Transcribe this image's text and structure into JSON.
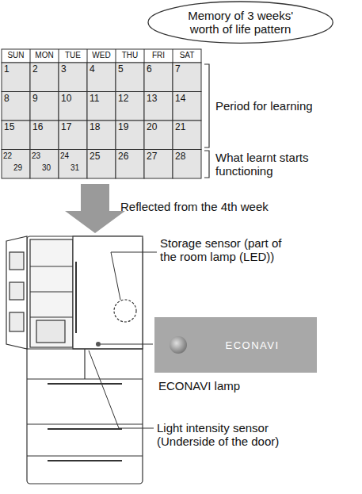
{
  "diagram": {
    "nodes": [
      {
        "text": [
          "Memory of 3 weeks' worth of life pattern"
        ]
      },
      {
        "text": [
          "ECONAVI"
        ]
      }
    ],
    "labels": [
      "SUN",
      "MON",
      "TUE",
      "WED",
      "THU",
      "FRI",
      "SAT",
      "1",
      "2",
      "3",
      "4",
      "5",
      "6",
      "7",
      "8",
      "9",
      "10",
      "11",
      "12",
      "13",
      "14",
      "15",
      "16",
      "17",
      "18",
      "19",
      "20",
      "21",
      "22",
      "29",
      "23",
      "30",
      "24",
      "31",
      "25",
      "26",
      "27",
      "28",
      "Period for learning",
      "What learnt starts functioning",
      "Reflected from the 4th week",
      "Storage sensor (part of the room lamp (LED))",
      "ECONAVI lamp",
      "Light intensity sensor (Underside of the door)"
    ]
  }
}
